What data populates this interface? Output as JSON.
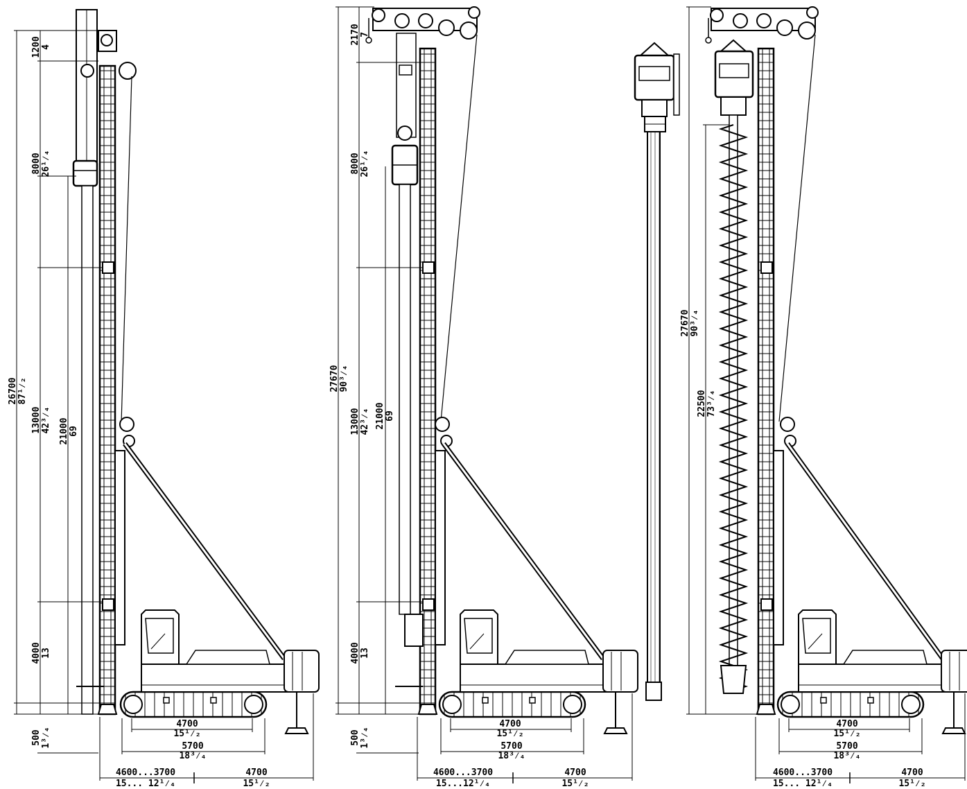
{
  "colors": {
    "ink": "#000000",
    "paper": "#ffffff"
  },
  "rig_a": {
    "dim_top_mm": "1200",
    "dim_top_ft": "4",
    "dim_mast_mm": "8000",
    "dim_mast_ft": "26¹⁄₄",
    "dim_total_mm": "26700",
    "dim_total_ft": "87¹⁄₂",
    "dim_mid_mm": "13000",
    "dim_mid_ft": "42³⁄₄",
    "dim_stroke_mm": "21000",
    "dim_stroke_ft": "69",
    "dim_bottom_mm": "4000",
    "dim_bottom_ft": "13",
    "dim_ground_mm": "500",
    "dim_ground_ft": "1³⁄₄",
    "track_inner_mm": "4700",
    "track_inner_ft": "15¹⁄₂",
    "track_outer_mm": "5700",
    "track_outer_ft": "18³⁄₄",
    "reach_mm": "4600...3700",
    "reach_ft": "15... 12¹⁄₄",
    "tail_mm": "4700",
    "tail_ft": "15¹⁄₂"
  },
  "rig_b": {
    "dim_top_mm": "2170",
    "dim_top_ft": "7",
    "dim_mast_mm": "8000",
    "dim_mast_ft": "26¹⁄₄",
    "dim_total_mm": "27670",
    "dim_total_ft": "90³⁄₄",
    "dim_mid_mm": "13000",
    "dim_mid_ft": "42³⁄₄",
    "dim_stroke_mm": "21000",
    "dim_stroke_ft": "69",
    "dim_bottom_mm": "4000",
    "dim_bottom_ft": "13",
    "dim_ground_mm": "500",
    "dim_ground_ft": "1³⁄₄",
    "track_inner_mm": "4700",
    "track_inner_ft": "15¹⁄₂",
    "track_outer_mm": "5700",
    "track_outer_ft": "18³⁄₄",
    "reach_mm": "4600...3700",
    "reach_ft": "15...12¹⁄₄",
    "tail_mm": "4700",
    "tail_ft": "15¹⁄₂"
  },
  "rig_c": {
    "dim_total_mm": "27670",
    "dim_total_ft": "90³⁄₄",
    "dim_auger_mm": "22500",
    "dim_auger_ft": "73³⁄₄",
    "track_inner_mm": "4700",
    "track_inner_ft": "15¹⁄₂",
    "track_outer_mm": "5700",
    "track_outer_ft": "18³⁄₄",
    "reach_mm": "4600...3700",
    "reach_ft": "15... 12¹⁄₄",
    "tail_mm": "4700",
    "tail_ft": "15¹⁄₂"
  }
}
